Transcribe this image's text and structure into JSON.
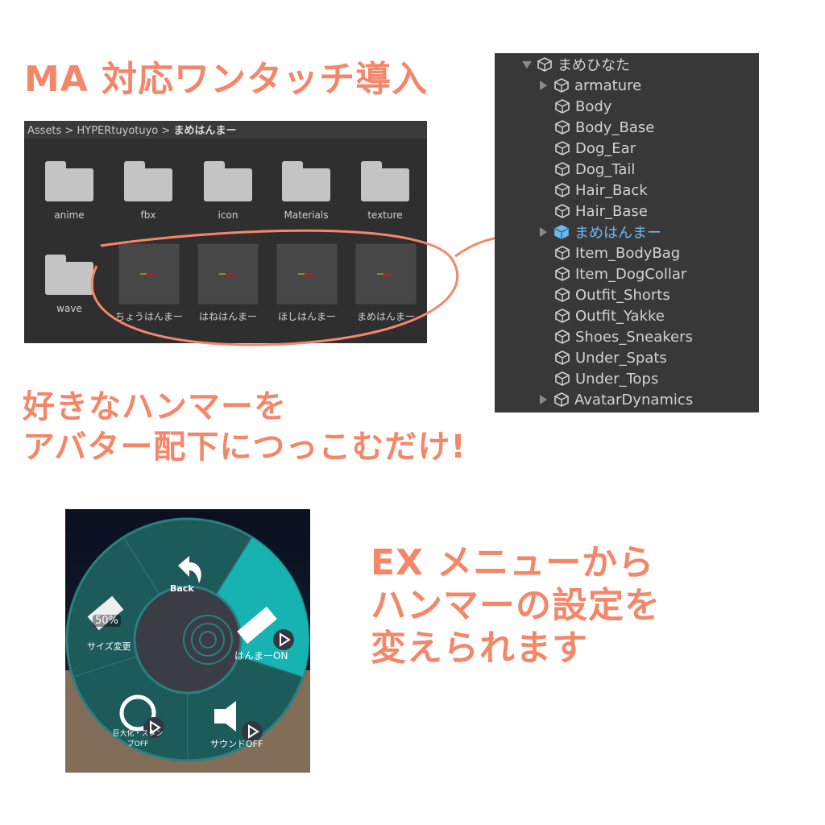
{
  "headings": {
    "title": "MA 対応ワンタッチ導入",
    "instruction_line1": "好きなハンマーを",
    "instruction_line2": "アバター配下につっこむだけ!",
    "ex_line1": "EX メニューから",
    "ex_line2": "ハンマーの設定を",
    "ex_line3": "変えられます"
  },
  "project": {
    "breadcrumb": [
      "Assets",
      "HYPERtuyotuyo",
      "まめはんまー"
    ],
    "folders": [
      "anime",
      "fbx",
      "icon",
      "Materials",
      "texture",
      "wave"
    ],
    "prefabs": [
      "ちょうはんまー",
      "はねはんまー",
      "ほしはんまー",
      "まめはんまー"
    ]
  },
  "hierarchy": {
    "root": "まめひなた",
    "children": [
      {
        "label": "armature",
        "expandable": true
      },
      {
        "label": "Body"
      },
      {
        "label": "Body_Base"
      },
      {
        "label": "Dog_Ear"
      },
      {
        "label": "Dog_Tail"
      },
      {
        "label": "Hair_Back"
      },
      {
        "label": "Hair_Base"
      },
      {
        "label": "まめはんまー",
        "expandable": true,
        "highlight": true
      },
      {
        "label": "Item_BodyBag"
      },
      {
        "label": "Item_DogCollar"
      },
      {
        "label": "Outfit_Shorts"
      },
      {
        "label": "Outfit_Yakke"
      },
      {
        "label": "Shoes_Sneakers"
      },
      {
        "label": "Under_Spats"
      },
      {
        "label": "Under_Tops"
      },
      {
        "label": "AvatarDynamics",
        "expandable": true
      }
    ],
    "highlight_color": "#6ab8f0"
  },
  "ex_menu": {
    "back": "Back",
    "hammer": "はんまーON",
    "sound": "サウンドOFF",
    "stamp": "巨大化・スタンプOFF",
    "size": "サイズ変更",
    "size_value": "50%",
    "accent": "#17b3b3"
  },
  "colors": {
    "annotation": "#f4876a"
  }
}
